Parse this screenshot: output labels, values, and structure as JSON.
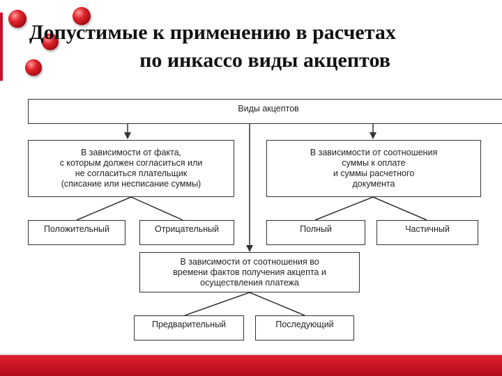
{
  "slide": {
    "title_line1": "Допустимые к применению в расчетах",
    "title_line2": "по инкассо виды акцептов"
  },
  "diagram": {
    "root": "Виды акцептов",
    "branch_left": "В зависимости от факта,\nс которым должен согласиться или\nне согласиться плательщик\n(списание или несписание суммы)",
    "branch_right": "В зависимости от соотношения\nсуммы к оплате\nи суммы расчетного\nдокумента",
    "branch_center": "В зависимости от соотношения во\nвремени фактов получения акцепта и\nосуществления платежа",
    "leaf_positive": "Положительный",
    "leaf_negative": "Отрицательный",
    "leaf_full": "Полный",
    "leaf_partial": "Частичный",
    "leaf_preliminary": "Предварительный",
    "leaf_subsequent": "Последующий"
  },
  "colors": {
    "accent": "#c8102e",
    "box_border": "#333333"
  }
}
